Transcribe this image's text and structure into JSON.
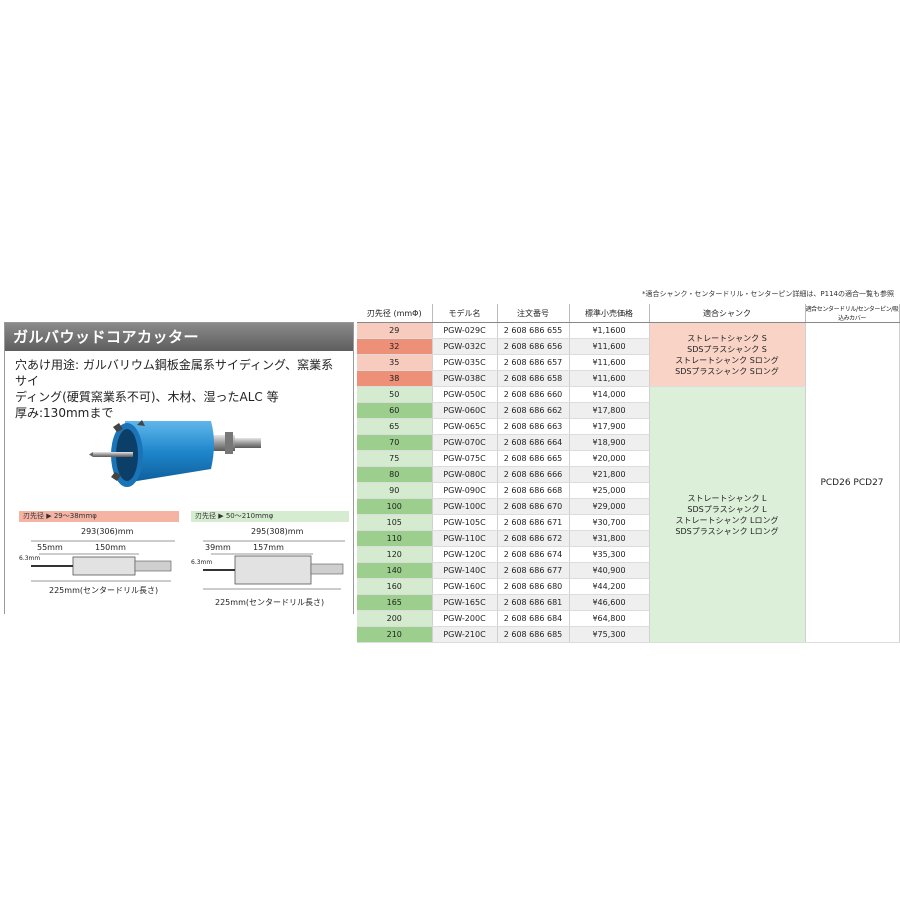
{
  "note": "*適合シャンク・センタードリル・センターピン詳細は、P114の適合一覧も参照",
  "product": {
    "title": "ガルバウッドコアカッター",
    "desc_line1": "穴あけ用途: ガルバリウム鋼板金属系サイディング、窯業系サイ",
    "desc_line2": "ディング(硬質窯業系不可)、木材、湿ったALC 等",
    "desc_line3": "厚み:130mmまで"
  },
  "spec_small": {
    "label": "刃先径 ▶ 29〜38mmφ",
    "total_length": "293(306)mm",
    "len_a": "55mm",
    "len_b": "150mm",
    "shank_dia": "6.3mm",
    "drill_length": "225mm(センタードリル長さ)"
  },
  "spec_large": {
    "label": "刃先径 ▶ 50〜210mmφ",
    "total_length": "295(308)mm",
    "len_a": "39mm",
    "len_b": "157mm",
    "shank_dia": "6.3mm",
    "drill_length": "225mm(センタードリル長さ)"
  },
  "table": {
    "headers": [
      "刃先径 (mmΦ)",
      "モデル名",
      "注文番号",
      "標準小売価格",
      "適合シャンク",
      "適合センタードリル/センターピン/吸込みカバー"
    ],
    "rows": [
      {
        "dia": "29",
        "model": "PGW-029C",
        "order": "2 608 686 655",
        "price": "¥1,1600"
      },
      {
        "dia": "32",
        "model": "PGW-032C",
        "order": "2 608 686 656",
        "price": "¥11,600"
      },
      {
        "dia": "35",
        "model": "PGW-035C",
        "order": "2 608 686 657",
        "price": "¥11,600"
      },
      {
        "dia": "38",
        "model": "PGW-038C",
        "order": "2 608 686 658",
        "price": "¥11,600"
      },
      {
        "dia": "50",
        "model": "PGW-050C",
        "order": "2 608 686 660",
        "price": "¥14,000"
      },
      {
        "dia": "60",
        "model": "PGW-060C",
        "order": "2 608 686 662",
        "price": "¥17,800"
      },
      {
        "dia": "65",
        "model": "PGW-065C",
        "order": "2 608 686 663",
        "price": "¥17,900"
      },
      {
        "dia": "70",
        "model": "PGW-070C",
        "order": "2 608 686 664",
        "price": "¥18,900"
      },
      {
        "dia": "75",
        "model": "PGW-075C",
        "order": "2 608 686 665",
        "price": "¥20,000"
      },
      {
        "dia": "80",
        "model": "PGW-080C",
        "order": "2 608 686 666",
        "price": "¥21,800"
      },
      {
        "dia": "90",
        "model": "PGW-090C",
        "order": "2 608 686 668",
        "price": "¥25,000"
      },
      {
        "dia": "100",
        "model": "PGW-100C",
        "order": "2 608 686 670",
        "price": "¥29,000"
      },
      {
        "dia": "105",
        "model": "PGW-105C",
        "order": "2 608 686 671",
        "price": "¥30,700"
      },
      {
        "dia": "110",
        "model": "PGW-110C",
        "order": "2 608 686 672",
        "price": "¥31,800"
      },
      {
        "dia": "120",
        "model": "PGW-120C",
        "order": "2 608 686 674",
        "price": "¥35,300"
      },
      {
        "dia": "140",
        "model": "PGW-140C",
        "order": "2 608 686 677",
        "price": "¥40,900"
      },
      {
        "dia": "160",
        "model": "PGW-160C",
        "order": "2 608 686 680",
        "price": "¥44,200"
      },
      {
        "dia": "165",
        "model": "PGW-165C",
        "order": "2 608 686 681",
        "price": "¥46,600"
      },
      {
        "dia": "200",
        "model": "PGW-200C",
        "order": "2 608 686 684",
        "price": "¥64,800"
      },
      {
        "dia": "210",
        "model": "PGW-210C",
        "order": "2 608 686 685",
        "price": "¥75,300"
      }
    ],
    "shank_small": [
      "ストレートシャンク S",
      "SDSプラスシャンク S",
      "ストレートシャンク Sロング",
      "SDSプラスシャンク Sロング"
    ],
    "shank_large": [
      "ストレートシャンク L",
      "SDSプラスシャンク L",
      "ストレートシャンク Lロング",
      "SDSプラスシャンク Lロング"
    ],
    "cover": "PCD26 PCD27"
  },
  "colors": {
    "dia_red": [
      "#f7cbbd",
      "#ee8f78"
    ],
    "dia_green": [
      "#d5ebcf",
      "#9ccf8d"
    ],
    "shank_red": "#f8d3c6",
    "shank_green": "#dcefd8",
    "product_blue": "#2a8fd0"
  }
}
